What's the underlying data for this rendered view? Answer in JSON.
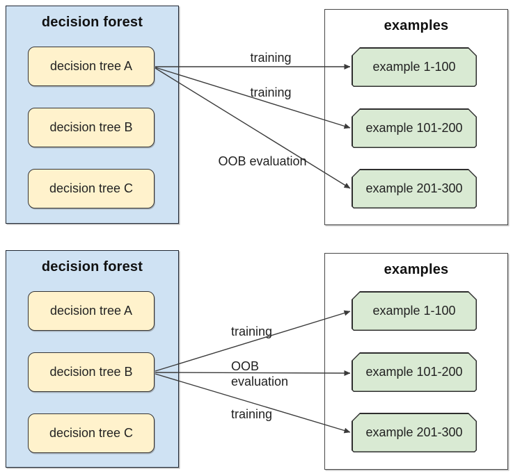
{
  "diagrams": [
    {
      "forest_title": "decision forest",
      "trees": [
        "decision tree A",
        "decision tree B",
        "decision tree C"
      ],
      "examples_title": "examples",
      "examples": [
        "example 1-100",
        "example 101-200",
        "example 201-300"
      ],
      "arrows": [
        {
          "label": "training",
          "from": "decision tree A",
          "to": "example 1-100"
        },
        {
          "label": "training",
          "from": "decision tree A",
          "to": "example 101-200"
        },
        {
          "label": "OOB evaluation",
          "from": "decision tree A",
          "to": "example 201-300"
        }
      ]
    },
    {
      "forest_title": "decision forest",
      "trees": [
        "decision tree A",
        "decision tree B",
        "decision tree C"
      ],
      "examples_title": "examples",
      "examples": [
        "example 1-100",
        "example 101-200",
        "example 201-300"
      ],
      "arrows": [
        {
          "label": "training",
          "from": "decision tree B",
          "to": "example 1-100"
        },
        {
          "label": "OOB\nevaluation",
          "from": "decision tree B",
          "to": "example 101-200"
        },
        {
          "label": "training",
          "from": "decision tree B",
          "to": "example 201-300"
        }
      ]
    }
  ],
  "colors": {
    "forest_fill": "#cfe2f3",
    "tree_fill": "#fff2cc",
    "example_fill": "#d9ead3",
    "arrow": "#3a3a3a"
  }
}
